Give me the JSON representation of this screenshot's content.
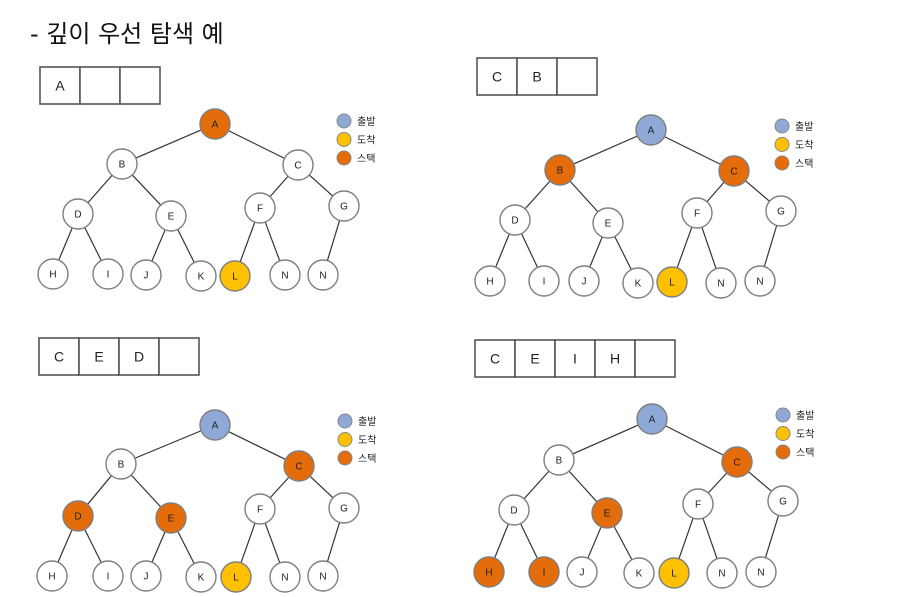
{
  "title": "- 깊이 우선 탐색 예",
  "legend": [
    {
      "key": "start",
      "label": "출발",
      "color": "#8EA9D6"
    },
    {
      "key": "arrive",
      "label": "도착",
      "color": "#FFC000"
    },
    {
      "key": "stack",
      "label": "스택",
      "color": "#E46C0A"
    }
  ],
  "node_default_color": "#ffffff",
  "node_stroke": "#7f7f7f",
  "panels": [
    {
      "id": "p1",
      "stack": [
        "A",
        "",
        ""
      ],
      "nodes": [
        {
          "id": "A",
          "label": "A",
          "state": "stack"
        },
        {
          "id": "B",
          "label": "B",
          "state": "none"
        },
        {
          "id": "C",
          "label": "C",
          "state": "none"
        },
        {
          "id": "D",
          "label": "D",
          "state": "none"
        },
        {
          "id": "E",
          "label": "E",
          "state": "none"
        },
        {
          "id": "F",
          "label": "F",
          "state": "none"
        },
        {
          "id": "G",
          "label": "G",
          "state": "none"
        },
        {
          "id": "H",
          "label": "H",
          "state": "none"
        },
        {
          "id": "I",
          "label": "I",
          "state": "none"
        },
        {
          "id": "J",
          "label": "J",
          "state": "none"
        },
        {
          "id": "K",
          "label": "K",
          "state": "none"
        },
        {
          "id": "L",
          "label": "L",
          "state": "arrive"
        },
        {
          "id": "N1",
          "label": "N",
          "state": "none"
        },
        {
          "id": "N2",
          "label": "N",
          "state": "none"
        }
      ]
    },
    {
      "id": "p2",
      "stack": [
        "C",
        "B",
        ""
      ],
      "nodes": [
        {
          "id": "A",
          "label": "A",
          "state": "start"
        },
        {
          "id": "B",
          "label": "B",
          "state": "stack"
        },
        {
          "id": "C",
          "label": "C",
          "state": "stack"
        },
        {
          "id": "D",
          "label": "D",
          "state": "none"
        },
        {
          "id": "E",
          "label": "E",
          "state": "none"
        },
        {
          "id": "F",
          "label": "F",
          "state": "none"
        },
        {
          "id": "G",
          "label": "G",
          "state": "none"
        },
        {
          "id": "H",
          "label": "H",
          "state": "none"
        },
        {
          "id": "I",
          "label": "I",
          "state": "none"
        },
        {
          "id": "J",
          "label": "J",
          "state": "none"
        },
        {
          "id": "K",
          "label": "K",
          "state": "none"
        },
        {
          "id": "L",
          "label": "L",
          "state": "arrive"
        },
        {
          "id": "N1",
          "label": "N",
          "state": "none"
        },
        {
          "id": "N2",
          "label": "N",
          "state": "none"
        }
      ]
    },
    {
      "id": "p3",
      "stack": [
        "C",
        "E",
        "D",
        ""
      ],
      "nodes": [
        {
          "id": "A",
          "label": "A",
          "state": "start"
        },
        {
          "id": "B",
          "label": "B",
          "state": "none"
        },
        {
          "id": "C",
          "label": "C",
          "state": "stack"
        },
        {
          "id": "D",
          "label": "D",
          "state": "stack"
        },
        {
          "id": "E",
          "label": "E",
          "state": "stack"
        },
        {
          "id": "F",
          "label": "F",
          "state": "none"
        },
        {
          "id": "G",
          "label": "G",
          "state": "none"
        },
        {
          "id": "H",
          "label": "H",
          "state": "none"
        },
        {
          "id": "I",
          "label": "I",
          "state": "none"
        },
        {
          "id": "J",
          "label": "J",
          "state": "none"
        },
        {
          "id": "K",
          "label": "K",
          "state": "none"
        },
        {
          "id": "L",
          "label": "L",
          "state": "arrive"
        },
        {
          "id": "N1",
          "label": "N",
          "state": "none"
        },
        {
          "id": "N2",
          "label": "N",
          "state": "none"
        }
      ]
    },
    {
      "id": "p4",
      "stack": [
        "C",
        "E",
        "I",
        "H",
        ""
      ],
      "nodes": [
        {
          "id": "A",
          "label": "A",
          "state": "start"
        },
        {
          "id": "B",
          "label": "B",
          "state": "none"
        },
        {
          "id": "C",
          "label": "C",
          "state": "stack"
        },
        {
          "id": "D",
          "label": "D",
          "state": "none"
        },
        {
          "id": "E",
          "label": "E",
          "state": "stack"
        },
        {
          "id": "F",
          "label": "F",
          "state": "none"
        },
        {
          "id": "G",
          "label": "G",
          "state": "none"
        },
        {
          "id": "H",
          "label": "H",
          "state": "stack"
        },
        {
          "id": "I",
          "label": "I",
          "state": "stack"
        },
        {
          "id": "J",
          "label": "J",
          "state": "none"
        },
        {
          "id": "K",
          "label": "K",
          "state": "none"
        },
        {
          "id": "L",
          "label": "L",
          "state": "arrive"
        },
        {
          "id": "N1",
          "label": "N",
          "state": "none"
        },
        {
          "id": "N2",
          "label": "N",
          "state": "none"
        }
      ]
    }
  ],
  "edges": [
    [
      "A",
      "B"
    ],
    [
      "A",
      "C"
    ],
    [
      "B",
      "D"
    ],
    [
      "B",
      "E"
    ],
    [
      "C",
      "F"
    ],
    [
      "C",
      "G"
    ],
    [
      "D",
      "H"
    ],
    [
      "D",
      "I"
    ],
    [
      "E",
      "J"
    ],
    [
      "E",
      "K"
    ],
    [
      "F",
      "L"
    ],
    [
      "F",
      "N1"
    ],
    [
      "G",
      "N2"
    ]
  ]
}
